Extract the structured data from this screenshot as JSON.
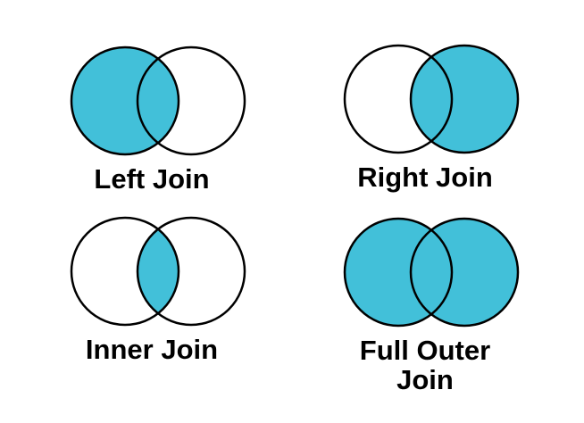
{
  "colors": {
    "fill": "#42C0D9",
    "outline": "#000000",
    "text": "#000000",
    "background": "#ffffff"
  },
  "diagrams": [
    {
      "label": "Left Join",
      "c1_fill": "#42C0D9",
      "c2_fill": "none",
      "lens_fill": "none"
    },
    {
      "label": "Right Join",
      "c1_fill": "none",
      "c2_fill": "#42C0D9",
      "lens_fill": "none"
    },
    {
      "label": "Inner Join",
      "c1_fill": "none",
      "c2_fill": "none",
      "lens_fill": "#42C0D9"
    },
    {
      "label": "Full Outer Join",
      "c1_fill": "#42C0D9",
      "c2_fill": "#42C0D9",
      "lens_fill": "none"
    }
  ]
}
